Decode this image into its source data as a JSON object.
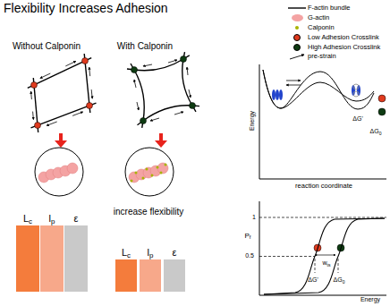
{
  "diagram": {
    "title": "Flexibility Increases Adhesion",
    "labels": [
      "Without Calponin",
      "With Calponin",
      "increase flexibility",
      "Lc",
      "lp",
      "ε",
      "Lc",
      "lp",
      "ε",
      "Energy",
      "reaction coordinate",
      "ΔG'",
      "ΔG0",
      "Pf",
      "1",
      "0.5",
      "wts",
      "ΔG'",
      "ΔG0",
      "Energy"
    ],
    "legend": [
      {
        "text": "F-actin bundle"
      },
      {
        "text": "G-actin",
        "color": "#f4a3a3"
      },
      {
        "text": "Calponin",
        "color": "#a8b400"
      },
      {
        "text": "Low Adhesion Crosslink",
        "color": "#e03a1e"
      },
      {
        "text": "High Adhesion Crosslink",
        "color": "#0e3b12"
      },
      {
        "text": "pre-strain"
      }
    ]
  }
}
